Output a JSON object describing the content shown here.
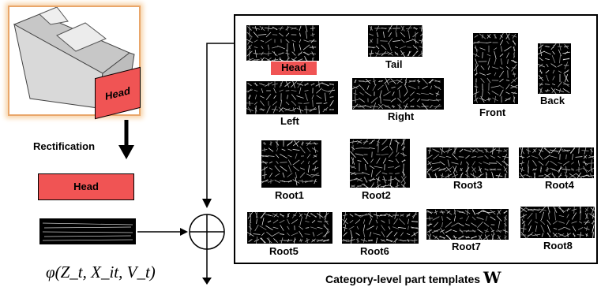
{
  "input_panel": {
    "head_on_box": "Head",
    "rectification_label": "Rectification",
    "rectified_head": "Head",
    "feature_formula": "φ(Z_t, X_it, V_t)"
  },
  "templates_panel": {
    "parts": [
      "Head",
      "Tail",
      "Left",
      "Right",
      "Front",
      "Back"
    ],
    "roots": [
      "Root1",
      "Root2",
      "Root3",
      "Root4",
      "Root5",
      "Root6",
      "Root7",
      "Root8"
    ],
    "caption": "Category-level part templates",
    "caption_symbol": "W"
  },
  "colors": {
    "head_highlight": "#f05454",
    "frame_glow": "#e9a66a"
  }
}
